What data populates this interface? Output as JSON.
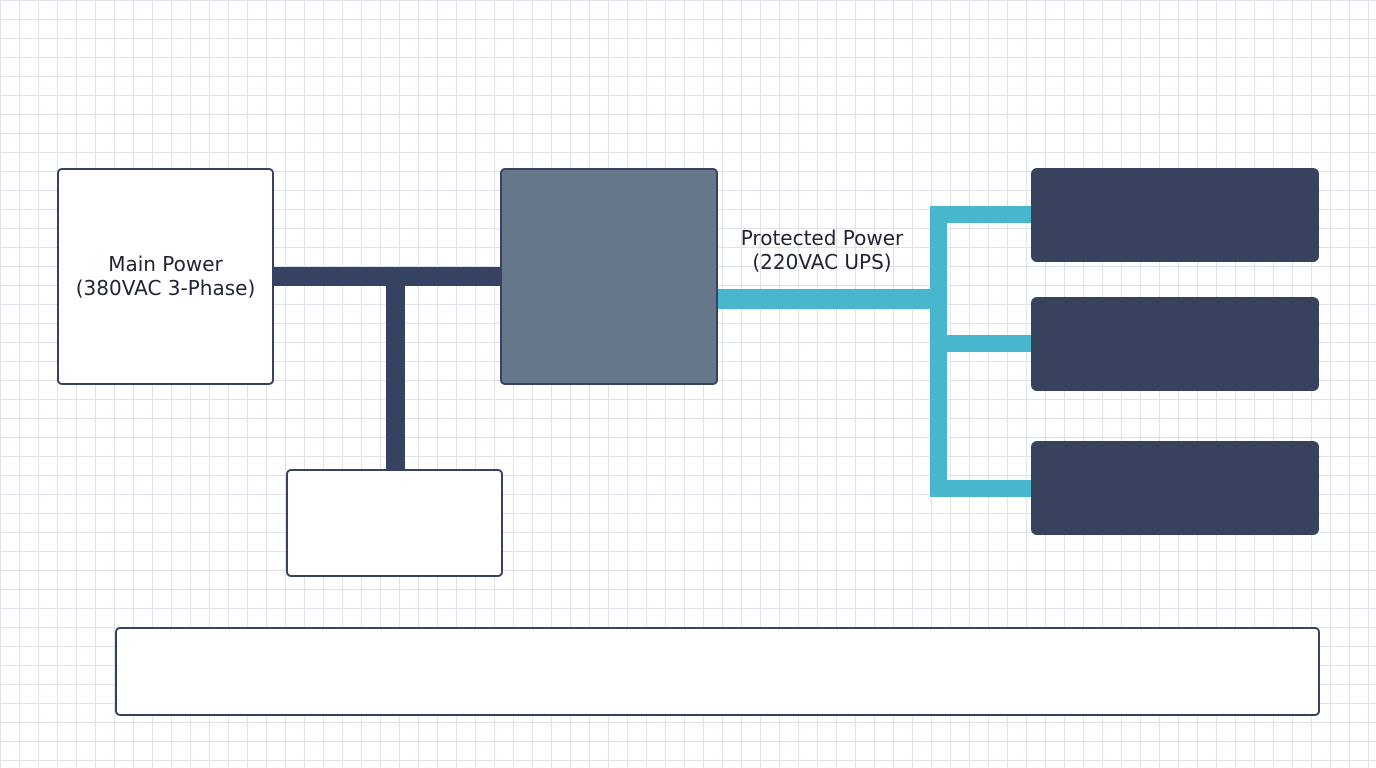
{
  "main_power": {
    "line1": "Main Power",
    "line2": "(380VAC 3-Phase)"
  },
  "protected_power": {
    "line1": "Protected Power",
    "line2": "(220VAC UPS)"
  },
  "colors": {
    "dark_wire": "#364262",
    "ups_wire": "#48b6cd",
    "ups_unit": "#67778a",
    "load_box": "#37425e",
    "grid": "#dde3ea"
  }
}
